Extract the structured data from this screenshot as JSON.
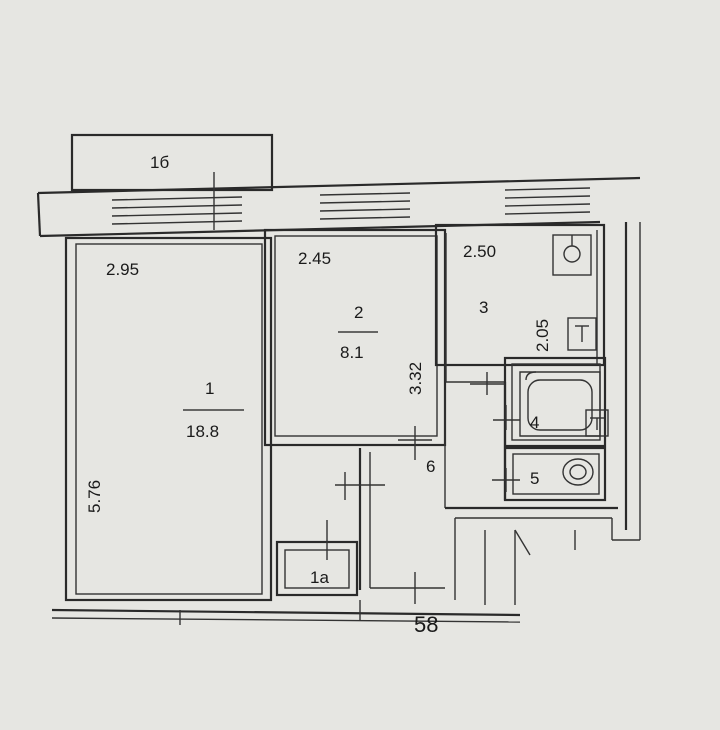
{
  "plan": {
    "balcony_label": "1б",
    "room1": {
      "number": "1",
      "area": "18.8",
      "width": "2.95",
      "length": "5.76"
    },
    "room1a": {
      "number": "1а"
    },
    "room2": {
      "number": "2",
      "area": "8.1",
      "width": "2.45",
      "length": "3.32"
    },
    "room3": {
      "number": "3",
      "width": "2.50",
      "length": "2.05"
    },
    "room4": {
      "number": "4"
    },
    "room5": {
      "number": "5"
    },
    "room6": {
      "number": "6"
    },
    "apartment_number": "58"
  }
}
